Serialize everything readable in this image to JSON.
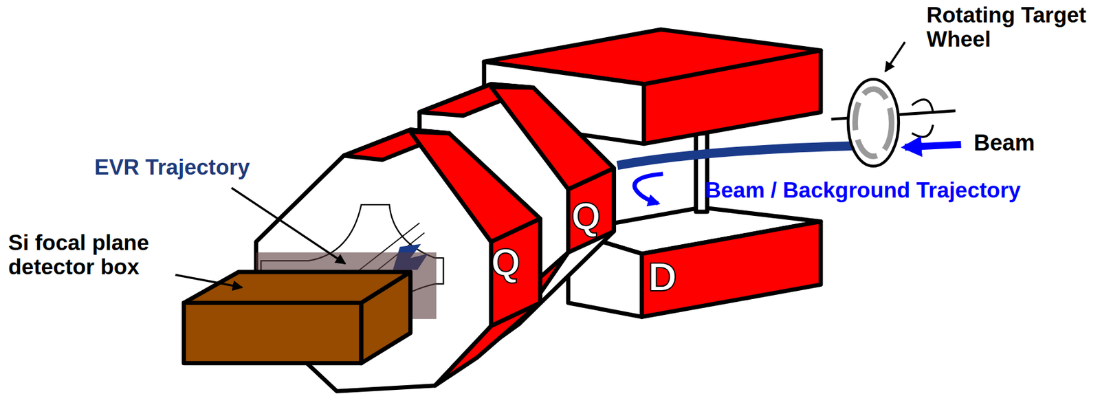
{
  "diagram": {
    "labels": [
      "Rotating Target Wheel",
      "Beam",
      "Beam / Background Trajectory",
      "EVR Trajectory",
      "Si focal plane detector box",
      "Q",
      "Q",
      "D"
    ]
  }
}
